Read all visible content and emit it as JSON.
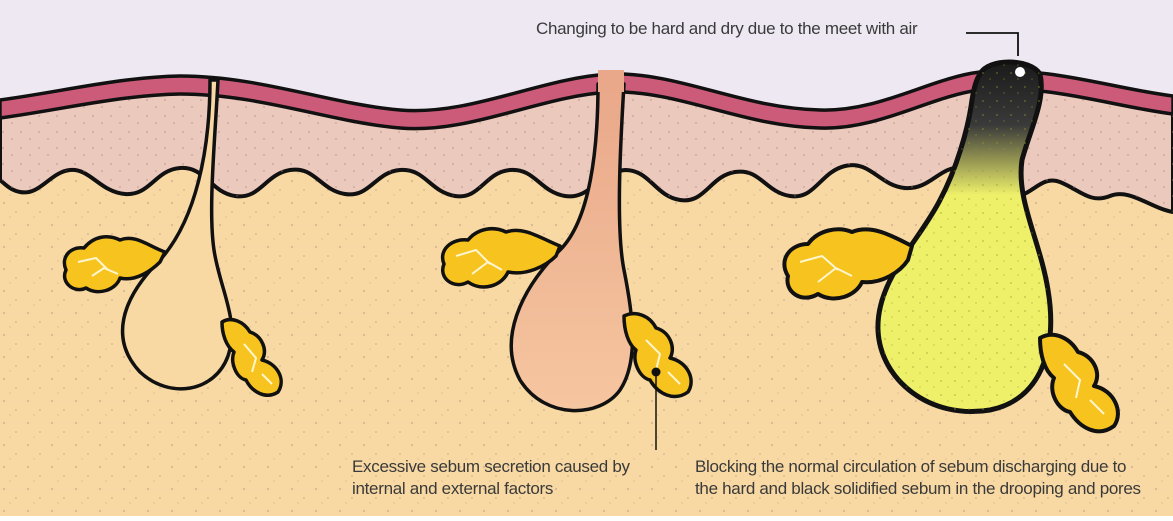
{
  "annotations": {
    "air_hardening": "Changing to be hard and dry due to the meet with air",
    "excessive_sebum_line1": "Excessive sebum secretion caused by",
    "excessive_sebum_line2": "internal and external factors",
    "blocking_line1": "Blocking the normal circulation of sebum discharging due to",
    "blocking_line2": "the hard and black solidified sebum in the drooping and pores"
  },
  "colors": {
    "background": "#ede8f1",
    "epidermis_surface": "#cc5b7a",
    "dermis_layer": "#ecc9bd",
    "subcutaneous": "#f8d9a3",
    "sebaceous_gland": "#f7c31e",
    "normal_follicle_fill": "#f8d9a3",
    "clogged_follicle_fill": "#f6c6a0",
    "blackhead_fill": "#eef06a",
    "outline": "#111111"
  }
}
